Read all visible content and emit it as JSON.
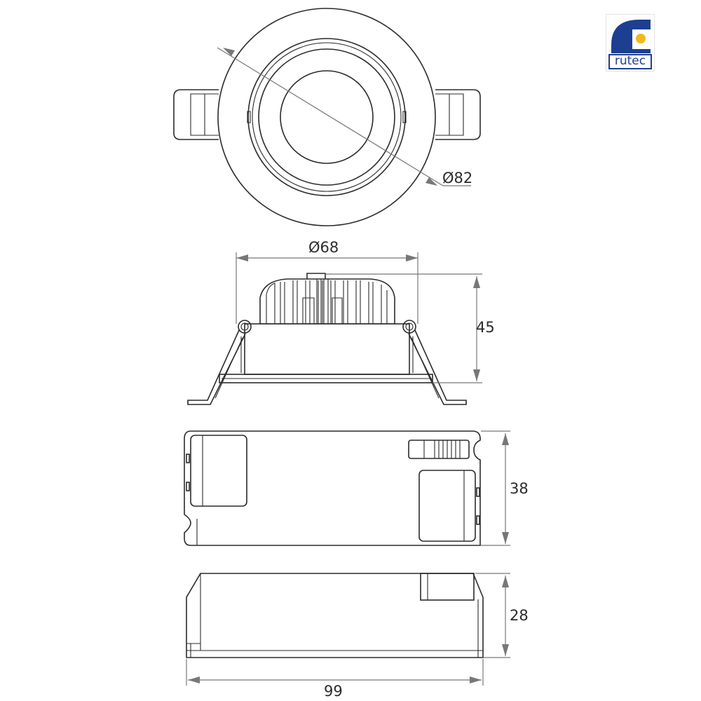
{
  "brand": {
    "name": "rutec",
    "colors": {
      "blue": "#1d3f91",
      "yellow": "#f2b81d"
    }
  },
  "dimensions": {
    "front_diameter": "Ø82",
    "cutout_diameter": "Ø68",
    "height": "45",
    "driver_width": "38",
    "driver_height": "28",
    "driver_length": "99"
  },
  "colors": {
    "line": "#2b2b2b",
    "dimension": "#777777"
  }
}
